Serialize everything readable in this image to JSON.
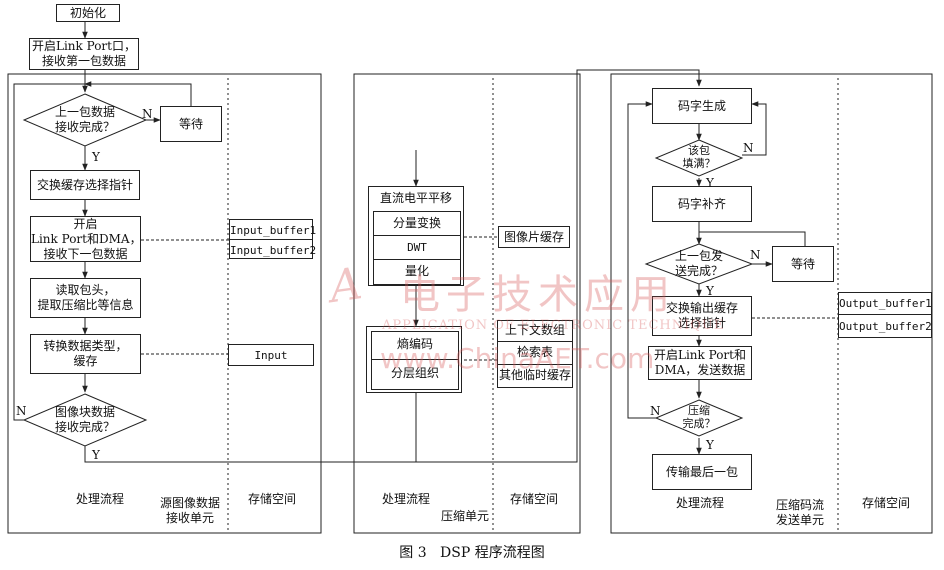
{
  "caption": "图 3   DSP 程序流程图",
  "panel1": {
    "init": "初始化",
    "open_link": "开启Link Port口，\n接收第一包数据",
    "recv_check": "上一包数据\n接收完成？",
    "wait": "等待",
    "swap_ptr": "交换缓存选择指针",
    "open_dma": "开启\nLink Port和DMA，\n接收下一包数据",
    "read_header": "读取包头，\n提取压缩比等信息",
    "convert": "转换数据类型，\n缓存",
    "block_check": "图像块数据\n接收完成？",
    "buf1": "Input_buffer1",
    "buf2": "Input_buffer2",
    "input": "Input",
    "col_process": "处理流程",
    "col_unit": "源图像数据\n接收单元",
    "col_storage": "存储空间",
    "n1": "N",
    "y1": "Y",
    "n2": "N",
    "y2": "Y"
  },
  "panel2": {
    "dc_shift": "直流电平平移",
    "comp_trans": "分量变换",
    "dwt": "DWT",
    "quant": "量化",
    "encode": "熵编码",
    "organize": "分层组织",
    "tile_cache": "图像片缓存",
    "ctx": "上下文数组",
    "lookup": "检索表",
    "temp": "其他临时缓存",
    "col_process": "处理流程",
    "col_unit": "压缩单元",
    "col_storage": "存储空间"
  },
  "panel3": {
    "codegen": "码字生成",
    "full_check": "该包\n填满？",
    "pad": "码字补齐",
    "sent_check": "上一包发\n送完成？",
    "wait": "等待",
    "swap_out": "交换输出缓存\n选择指针",
    "open_send": "开启Link Port和\nDMA，发送数据",
    "done_check": "压缩\n完成？",
    "last": "传输最后一包",
    "out1": "Output_buffer1",
    "out2": "Output_buffer2",
    "col_process": "处理流程",
    "col_unit": "压缩码流\n发送单元",
    "col_storage": "存储空间",
    "n1": "N",
    "y1": "Y",
    "n2": "N",
    "y2": "Y",
    "n3": "N",
    "y3": "Y"
  },
  "watermark": {
    "brand": "电子技术应用",
    "en": "APPLICATION OF ELECTRONIC TECHNIQUE",
    "url": "www.ChinaAET.com"
  }
}
